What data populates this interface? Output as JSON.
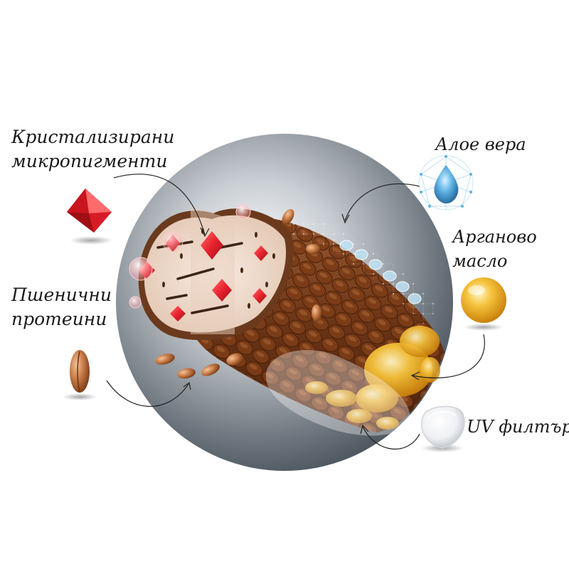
{
  "labels": {
    "crystal": [
      "Кристализирани",
      "микропигменти"
    ],
    "wheat": [
      "Пшенични",
      "протеини"
    ],
    "aloe": "Алое вера",
    "argan": [
      "Арганово",
      "масло"
    ],
    "uv": "UV филтър"
  },
  "colors": {
    "background_disc": "#5d6770",
    "hair_brown": "#7a3e1a",
    "cortex": "#f1ddcf",
    "crystal_red": "#e8232f",
    "aloe_blue": "#4aa3d8",
    "argan_gold": "#f0a818",
    "uv_white": "#e9ecef"
  },
  "icons": {
    "crystal": "red-octahedron-icon",
    "wheat": "wheat-grain-icon",
    "aloe": "water-drop-network-icon",
    "argan": "golden-oil-sphere-icon",
    "uv": "uv-shield-lens-icon"
  }
}
